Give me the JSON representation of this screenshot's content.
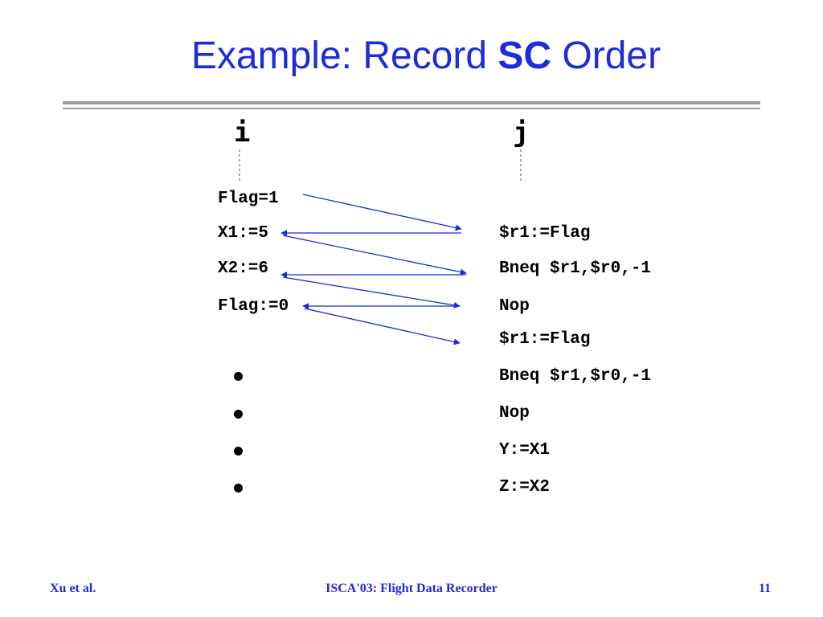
{
  "title": {
    "before": "Example: Record ",
    "bold": "SC",
    "after": " Order"
  },
  "threads": {
    "i": "i",
    "j": "j"
  },
  "thread_i": [
    "Flag=1",
    "X1:=5",
    "X2:=6",
    "Flag:=0"
  ],
  "thread_j": [
    "$r1:=Flag",
    "Bneq $r1,$r0,-1",
    "Nop",
    "$r1:=Flag",
    "Bneq $r1,$r0,-1",
    "Nop",
    "Y:=X1",
    "Z:=X2"
  ],
  "footer": {
    "left": "Xu et al.",
    "center": "ISCA'03: Flight Data Recorder",
    "right": "11"
  },
  "colors": {
    "title": "#1f2bd9",
    "arrow": "#1b2ad6",
    "rule": "#9a9a9a"
  }
}
